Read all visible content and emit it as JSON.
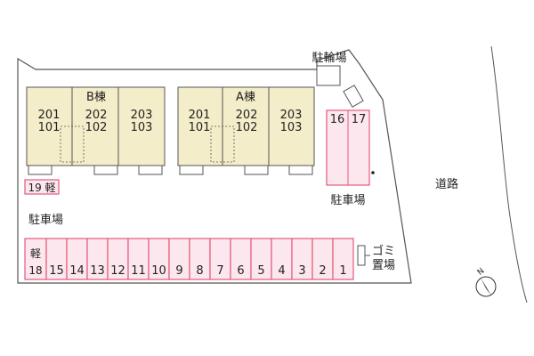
{
  "map": {
    "labels": {
      "bike_parking": "駐輪場",
      "parking_left": "駐車場",
      "parking_right": "駐車場",
      "road": "道路",
      "garbage": "ゴミ置場",
      "garbage_line1": "ゴミ",
      "garbage_line2": "置場",
      "north": "N"
    },
    "building_b": {
      "name": "B棟",
      "units_upper": [
        "201",
        "202",
        "203"
      ],
      "units_lower": [
        "101",
        "102",
        "103"
      ]
    },
    "building_a": {
      "name": "A棟",
      "units_upper": [
        "201",
        "202",
        "203"
      ],
      "units_lower": [
        "101",
        "102",
        "103"
      ]
    },
    "parking": {
      "right_spaces": [
        "16",
        "17"
      ],
      "space_19": "19 軽",
      "kei_label": "軽",
      "space_18": "18",
      "bottom_row": [
        "15",
        "14",
        "13",
        "12",
        "11",
        "10",
        "9",
        "8",
        "7",
        "6",
        "5",
        "4",
        "3",
        "2",
        "1"
      ]
    },
    "colors": {
      "building_fill": "#f4edc9",
      "parking_outline": "#e35a7a",
      "parking_fill": "#fde7ee"
    }
  }
}
